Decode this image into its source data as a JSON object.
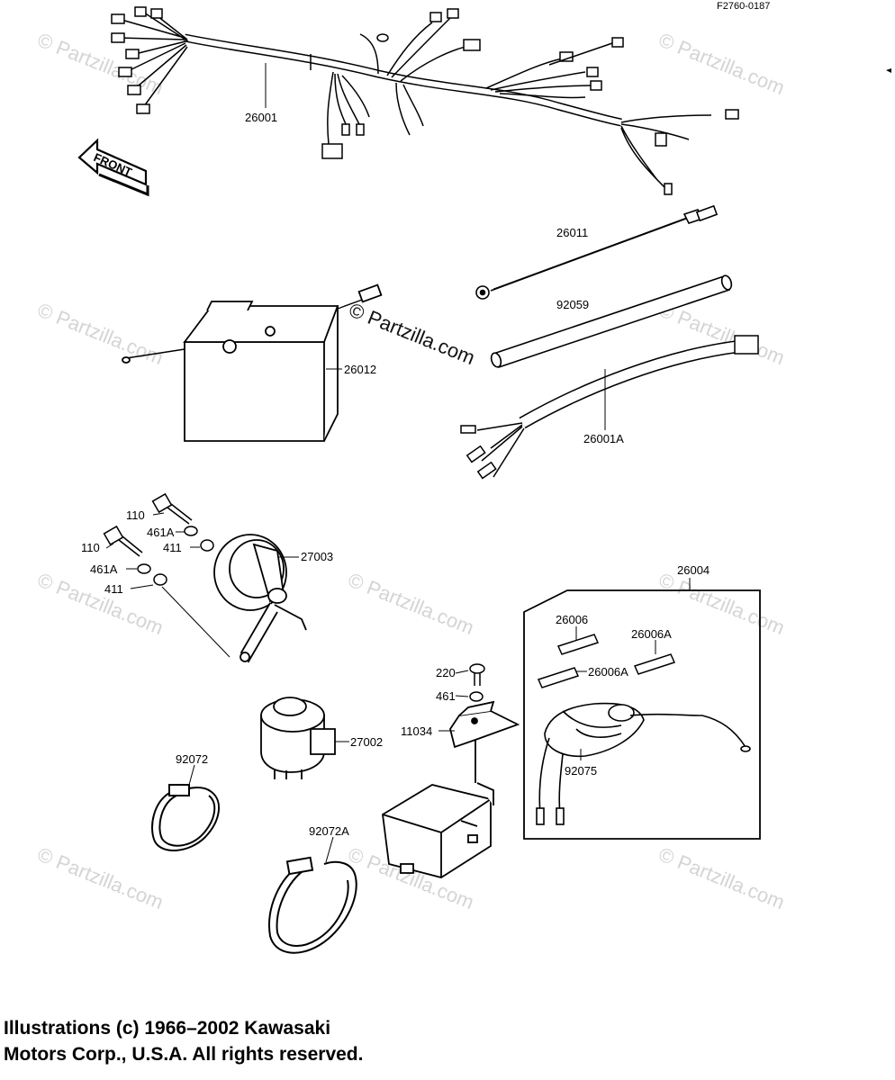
{
  "figure_id": "F2760-0187",
  "front_label": "FRONT",
  "watermark": "© Partzilla.com",
  "parts": {
    "harness": "26001",
    "lead_26011": "26011",
    "tube": "92059",
    "battery": "26012",
    "sub_harness": "26001A",
    "screw_110_a": "110",
    "washer_461A_a": "461A",
    "washer_411_a": "411",
    "screw_110_b": "110",
    "washer_461A_b": "461A",
    "washer_411_b": "411",
    "horn": "27003",
    "relay": "27002",
    "band": "92072",
    "band_a": "92072A",
    "screw_220": "220",
    "washer_461": "461",
    "bracket": "11034",
    "fuse_box_assy": "26004",
    "fuse_26006": "26006",
    "fuse_26006A_top": "26006A",
    "fuse_26006A_mid": "26006A",
    "fuse_holder": "92075"
  },
  "footer": {
    "line1": "Illustrations (c) 1966–2002 Kawasaki",
    "line2": "Motors Corp., U.S.A.  All rights reserved."
  }
}
